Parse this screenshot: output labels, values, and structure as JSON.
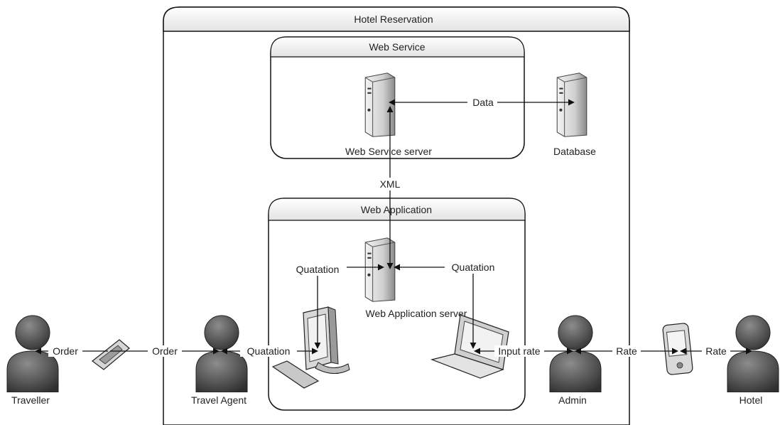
{
  "diagram": {
    "containers": {
      "outer": "Hotel Reservation",
      "web_service": "Web Service",
      "web_application": "Web Application"
    },
    "nodes": {
      "ws_server": "Web Service server",
      "database": "Database",
      "wa_server": "Web Application server",
      "traveller": "Traveller",
      "travel_agent": "Travel Agent",
      "admin": "Admin",
      "hotel": "Hotel"
    },
    "edges": {
      "data": "Data",
      "xml": "XML",
      "quotation_left": "Quatation",
      "quotation_right": "Quatation",
      "order_1": "Order",
      "order_2": "Order",
      "quotation_agent": "Quatation",
      "input_rate": "Input rate",
      "rate_1": "Rate",
      "rate_2": "Rate"
    },
    "colors": {
      "stroke": "#111111",
      "person_dark": "#3a3a3a",
      "person_light": "#8a8a8a",
      "server_light": "#e6e6e6",
      "server_dark": "#7a7a7a"
    }
  }
}
